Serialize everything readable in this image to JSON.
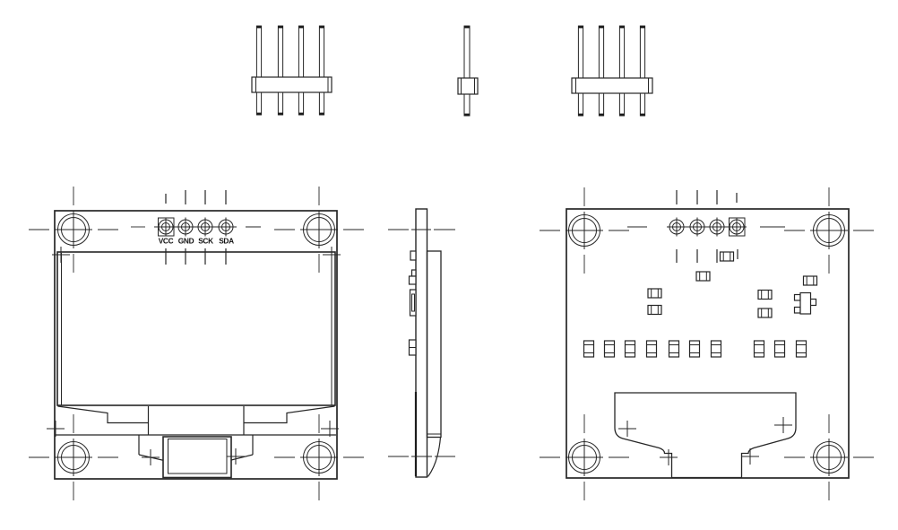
{
  "page": {
    "background": "#ffffff"
  },
  "drawing": {
    "line_color": "#262626",
    "views": {
      "pin_header_front": {
        "pins": 4
      },
      "pin_header_side": {
        "pins": 1
      },
      "pin_header_back": {
        "pins": 4
      },
      "module_front": {
        "pin_labels": [
          "VCC",
          "GND",
          "SCK",
          "SDA"
        ],
        "mounting_holes": 4,
        "pin_holes": 4
      },
      "module_side": {
        "side_components": 4
      },
      "module_back": {
        "mounting_holes": 4,
        "pin_holes": 4,
        "smd_components": 17
      }
    }
  }
}
